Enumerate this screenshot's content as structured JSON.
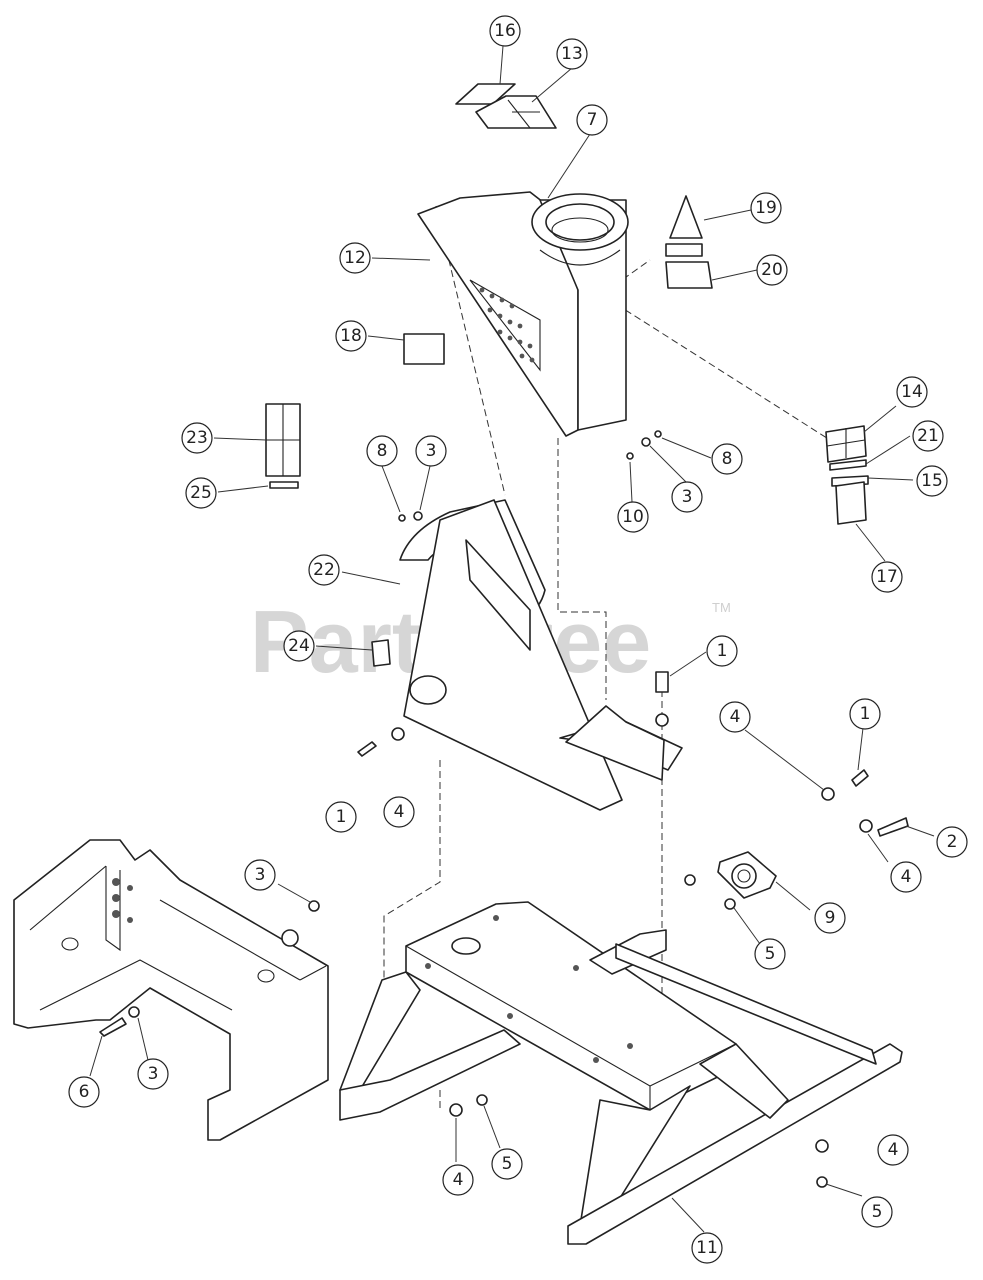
{
  "watermark": {
    "text": "PartsTree",
    "trademark": "TM"
  },
  "callouts": [
    {
      "id": "c16",
      "label": "16"
    },
    {
      "id": "c13",
      "label": "13"
    },
    {
      "id": "c7",
      "label": "7"
    },
    {
      "id": "c19",
      "label": "19"
    },
    {
      "id": "c12",
      "label": "12"
    },
    {
      "id": "c20",
      "label": "20"
    },
    {
      "id": "c18",
      "label": "18"
    },
    {
      "id": "c14",
      "label": "14"
    },
    {
      "id": "c23",
      "label": "23"
    },
    {
      "id": "c8a",
      "label": "8"
    },
    {
      "id": "c3a",
      "label": "3"
    },
    {
      "id": "c21",
      "label": "21"
    },
    {
      "id": "c8b",
      "label": "8"
    },
    {
      "id": "c15",
      "label": "15"
    },
    {
      "id": "c25",
      "label": "25"
    },
    {
      "id": "c3b",
      "label": "3"
    },
    {
      "id": "c10",
      "label": "10"
    },
    {
      "id": "c22",
      "label": "22"
    },
    {
      "id": "c17",
      "label": "17"
    },
    {
      "id": "c24",
      "label": "24"
    },
    {
      "id": "c1a",
      "label": "1"
    },
    {
      "id": "c4a",
      "label": "4"
    },
    {
      "id": "c1b",
      "label": "1"
    },
    {
      "id": "c1c",
      "label": "1"
    },
    {
      "id": "c4b",
      "label": "4"
    },
    {
      "id": "c2",
      "label": "2"
    },
    {
      "id": "c3c",
      "label": "3"
    },
    {
      "id": "c4c",
      "label": "4"
    },
    {
      "id": "c9",
      "label": "9"
    },
    {
      "id": "c5a",
      "label": "5"
    },
    {
      "id": "c6",
      "label": "6"
    },
    {
      "id": "c3d",
      "label": "3"
    },
    {
      "id": "c4d",
      "label": "4"
    },
    {
      "id": "c5b",
      "label": "5"
    },
    {
      "id": "c4e",
      "label": "4"
    },
    {
      "id": "c5c",
      "label": "5"
    },
    {
      "id": "c11",
      "label": "11"
    }
  ]
}
